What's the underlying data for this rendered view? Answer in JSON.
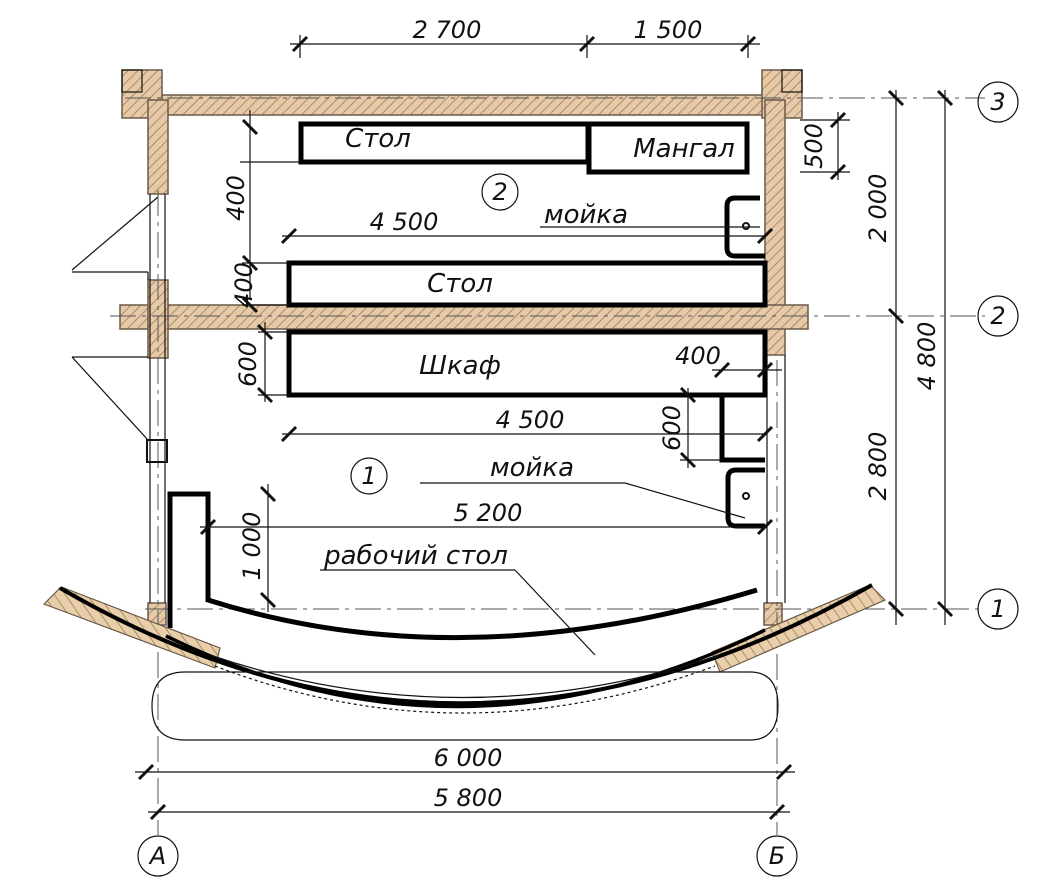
{
  "dimensions": {
    "top_left": "2 700",
    "top_right": "1 500",
    "right_500": "500",
    "right_2000": "2 000",
    "right_2800": "2 800",
    "right_4800": "4 800",
    "left_400_top": "400",
    "left_400_mid": "400",
    "left_600": "600",
    "room2_length": "4 500",
    "room1_length": "4 500",
    "sink_400": "400",
    "sink_600": "600",
    "work_5200": "5 200",
    "work_1000": "1 000",
    "bottom_6000": "6 000",
    "bottom_5800": "5 800"
  },
  "labels": {
    "table_top": "Стол",
    "grill": "Мангал",
    "sink_top": "мойка",
    "table_mid": "Стол",
    "cabinet": "Шкаф",
    "sink_bottom": "мойка",
    "work_table": "рабочий стол"
  },
  "rooms": {
    "room2": "2",
    "room1": "1"
  },
  "axes": {
    "row3": "3",
    "row2": "2",
    "row1": "1",
    "colA": "А",
    "colB": "Б"
  }
}
